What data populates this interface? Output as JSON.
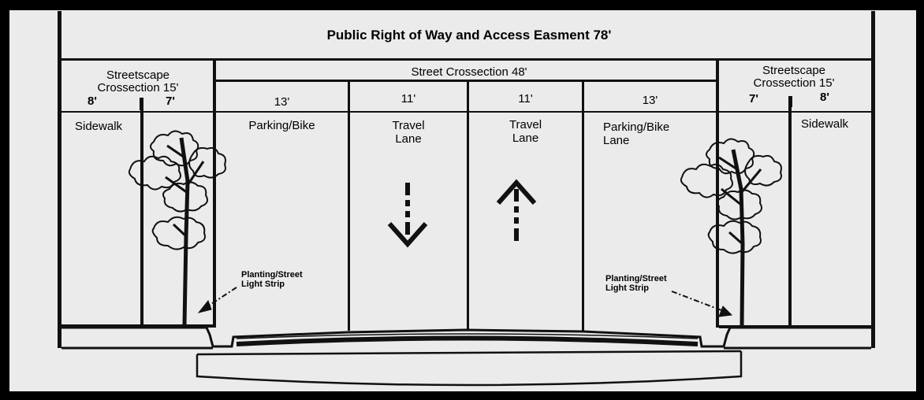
{
  "title": "Public Right of Way and Access Easment 78'",
  "street": {
    "label": "Street Crossection 48'",
    "lanes": [
      {
        "width": "13'",
        "name": "Parking/Bike"
      },
      {
        "width": "11'",
        "name": "Travel\nLane"
      },
      {
        "width": "11'",
        "name": "Travel\nLane"
      },
      {
        "width": "13'",
        "name": "Parking/Bike\nLane"
      }
    ]
  },
  "streetscape_left": {
    "label": "Streetscape\nCrossection 15'",
    "sidewalk_width": "8'",
    "planting_width": "7'",
    "sidewalk_label": "Sidewalk",
    "annotation": "Planting/Street\nLight Strip"
  },
  "streetscape_right": {
    "label": "Streetscape\nCrossection 15'",
    "sidewalk_width": "8'",
    "planting_width": "7'",
    "sidewalk_label": "Sidewalk",
    "annotation": "Planting/Street\nLight Strip"
  },
  "colors": {
    "background": "#ebebeb",
    "ink": "#111111",
    "border": "#000000"
  },
  "icons": [
    "tree-icon",
    "down-arrow-icon",
    "up-arrow-icon",
    "dashed-arrow-icon"
  ]
}
